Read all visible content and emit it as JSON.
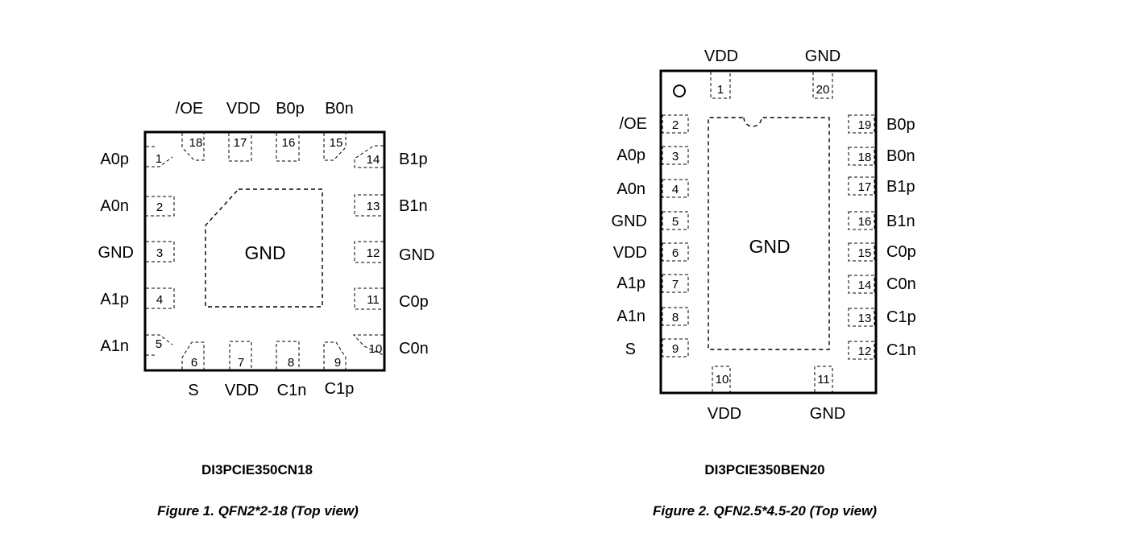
{
  "figure1": {
    "part_name": "DI3PCIE350CN18",
    "caption": "Figure 1. QFN2*2-18 (Top view)",
    "center_pad_label": "GND",
    "left_pins": [
      {
        "num": "1",
        "name": "A0p"
      },
      {
        "num": "2",
        "name": "A0n"
      },
      {
        "num": "3",
        "name": "GND"
      },
      {
        "num": "4",
        "name": "A1p"
      },
      {
        "num": "5",
        "name": "A1n"
      }
    ],
    "bottom_pins": [
      {
        "num": "6",
        "name": "S"
      },
      {
        "num": "7",
        "name": "VDD"
      },
      {
        "num": "8",
        "name": "C1n"
      },
      {
        "num": "9",
        "name": "C1p"
      }
    ],
    "right_pins": [
      {
        "num": "10",
        "name": "C0n"
      },
      {
        "num": "11",
        "name": "C0p"
      },
      {
        "num": "12",
        "name": "GND"
      },
      {
        "num": "13",
        "name": "B1n"
      },
      {
        "num": "14",
        "name": "B1p"
      }
    ],
    "top_pins": [
      {
        "num": "15",
        "name": "B0n"
      },
      {
        "num": "16",
        "name": "B0p"
      },
      {
        "num": "17",
        "name": "VDD"
      },
      {
        "num": "18",
        "name": "/OE"
      }
    ]
  },
  "figure2": {
    "part_name": "DI3PCIE350BEN20",
    "caption": "Figure 2. QFN2.5*4.5-20 (Top view)",
    "center_pad_label": "GND",
    "top_pins": [
      {
        "num": "1",
        "name": "VDD"
      },
      {
        "num": "20",
        "name": "GND"
      }
    ],
    "left_pins": [
      {
        "num": "2",
        "name": "/OE"
      },
      {
        "num": "3",
        "name": "A0p"
      },
      {
        "num": "4",
        "name": "A0n"
      },
      {
        "num": "5",
        "name": "GND"
      },
      {
        "num": "6",
        "name": "VDD"
      },
      {
        "num": "7",
        "name": "A1p"
      },
      {
        "num": "8",
        "name": "A1n"
      },
      {
        "num": "9",
        "name": "S"
      }
    ],
    "bottom_pins": [
      {
        "num": "10",
        "name": "VDD"
      },
      {
        "num": "11",
        "name": "GND"
      }
    ],
    "right_pins": [
      {
        "num": "12",
        "name": "C1n"
      },
      {
        "num": "13",
        "name": "C1p"
      },
      {
        "num": "14",
        "name": "C0n"
      },
      {
        "num": "15",
        "name": "C0p"
      },
      {
        "num": "16",
        "name": "B1n"
      },
      {
        "num": "17",
        "name": "B1p"
      },
      {
        "num": "18",
        "name": "B0n"
      },
      {
        "num": "19",
        "name": "B0p"
      }
    ]
  }
}
